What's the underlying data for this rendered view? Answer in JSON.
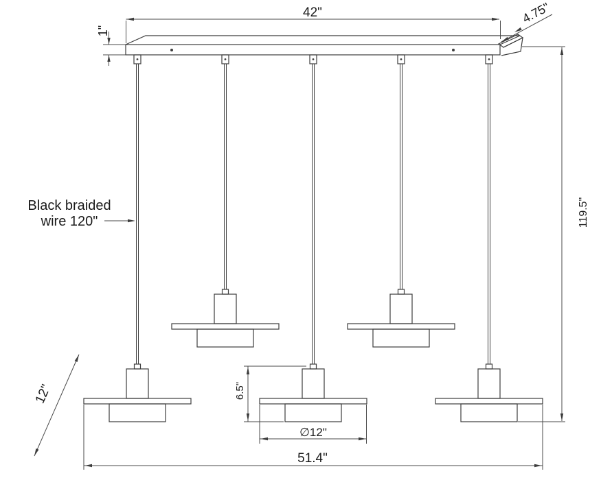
{
  "drawing": {
    "background": "#ffffff",
    "line_color": "#3d3d3d",
    "text_color": "#1a1a1a",
    "dimensions": {
      "canopy_length": "42\"",
      "canopy_thickness": "1\"",
      "canopy_depth": "4.75\"",
      "overall_drop": "119.5\"",
      "shade_diagonal": "12\"",
      "shade_assembly_height": "6.5\"",
      "shade_diameter": "∅12\"",
      "overall_length": "51.4\""
    },
    "annotations": {
      "wire_note_line1": "Black braided",
      "wire_note_line2": "wire 120\""
    }
  }
}
